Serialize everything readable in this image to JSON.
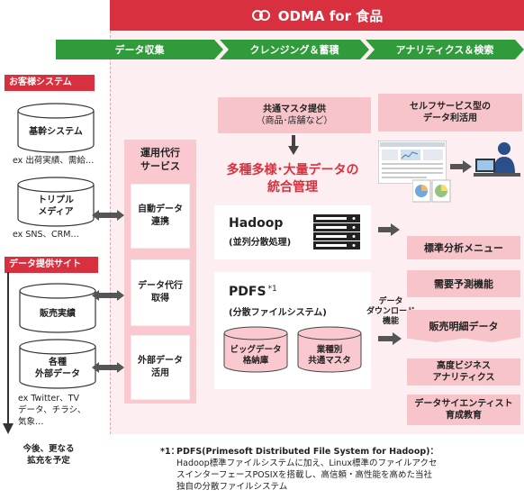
{
  "title": "ODMA for 食品",
  "stages": [
    "データ収集",
    "クレンジング＆蓄積",
    "アナリティクス＆検索"
  ],
  "customer_system": {
    "label": "お客様システム",
    "cyl1": "基幹システム",
    "cyl1_note": "ex 出荷実績、需給…",
    "cyl2": [
      "トリプル",
      "メディア"
    ],
    "cyl2_note": "ex SNS、CRM…"
  },
  "data_provider": {
    "label": "データ提供サイト",
    "cyl1": "販売実績",
    "cyl2": [
      "各種",
      "外部データ"
    ],
    "note": [
      "ex Twitter、TV",
      "データ、チラシ、",
      "気象…"
    ],
    "future": [
      "今後、更なる",
      "拡充を予定"
    ]
  },
  "service": {
    "title": [
      "運用代行",
      "サービス"
    ],
    "box1": [
      "自動データ",
      "連携"
    ],
    "box2": [
      "データ代行",
      "取得"
    ],
    "box3": [
      "外部データ",
      "活用"
    ]
  },
  "master": {
    "line1": "共通マスタ提供",
    "line2": "（商品･店舗など）"
  },
  "headline": [
    "多種多様･大量データの",
    "統合管理"
  ],
  "hadoop": {
    "title": "Hadoop",
    "sub": "(並列分散処理)"
  },
  "pdfs": {
    "title": "PDFS",
    "mark": "*1",
    "sub": "(分散ファイルシステム)",
    "cyl1": [
      "ビッグデータ",
      "格納庫"
    ],
    "cyl2": [
      "業種別",
      "共通マスタ"
    ]
  },
  "download": [
    "データ",
    "ダウンロード",
    "機能"
  ],
  "selfservice": [
    "セルフサービス型の",
    "データ利活用"
  ],
  "menu": {
    "item1": "標準分析メニュー",
    "item2": "需要予測機能",
    "item3": "販売明細データ",
    "item4": [
      "高度ビジネス",
      "アナリティクス"
    ],
    "item5": [
      "データサイエンティスト",
      "育成教育"
    ]
  },
  "footnote": {
    "mark": "*1：",
    "line1": "PDFS(Primesoft Distributed File System for  Hadoop)：",
    "line2": "Hadoop標準ファイルシステムに加え、Linux標準のファイルアクセ",
    "line3": "スインターフェースPOSIXを搭載し、高信頼・高性能を高めた当社",
    "line4": "独自の分散ファイルシステム"
  },
  "colors": {
    "brand_red": "#d8303e",
    "stage_green": "#2f9b3a",
    "panel_pink": "#f9c9cf",
    "bg_pink": "#fdeff1"
  }
}
